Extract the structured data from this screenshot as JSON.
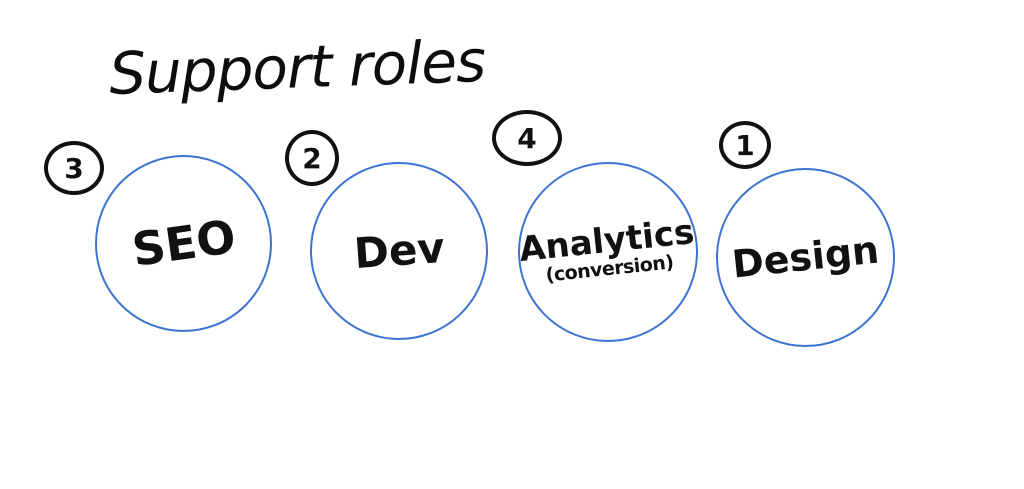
{
  "title": "Support roles",
  "roles": [
    {
      "label": "SEO",
      "sublabel": "",
      "priority": "3"
    },
    {
      "label": "Dev",
      "sublabel": "",
      "priority": "2"
    },
    {
      "label": "Analytics",
      "sublabel": "(conversion)",
      "priority": "4"
    },
    {
      "label": "Design",
      "sublabel": "",
      "priority": "1"
    }
  ],
  "colors": {
    "circle_stroke": "#3d74d1",
    "ink": "#111111",
    "background": "#ffffff"
  }
}
